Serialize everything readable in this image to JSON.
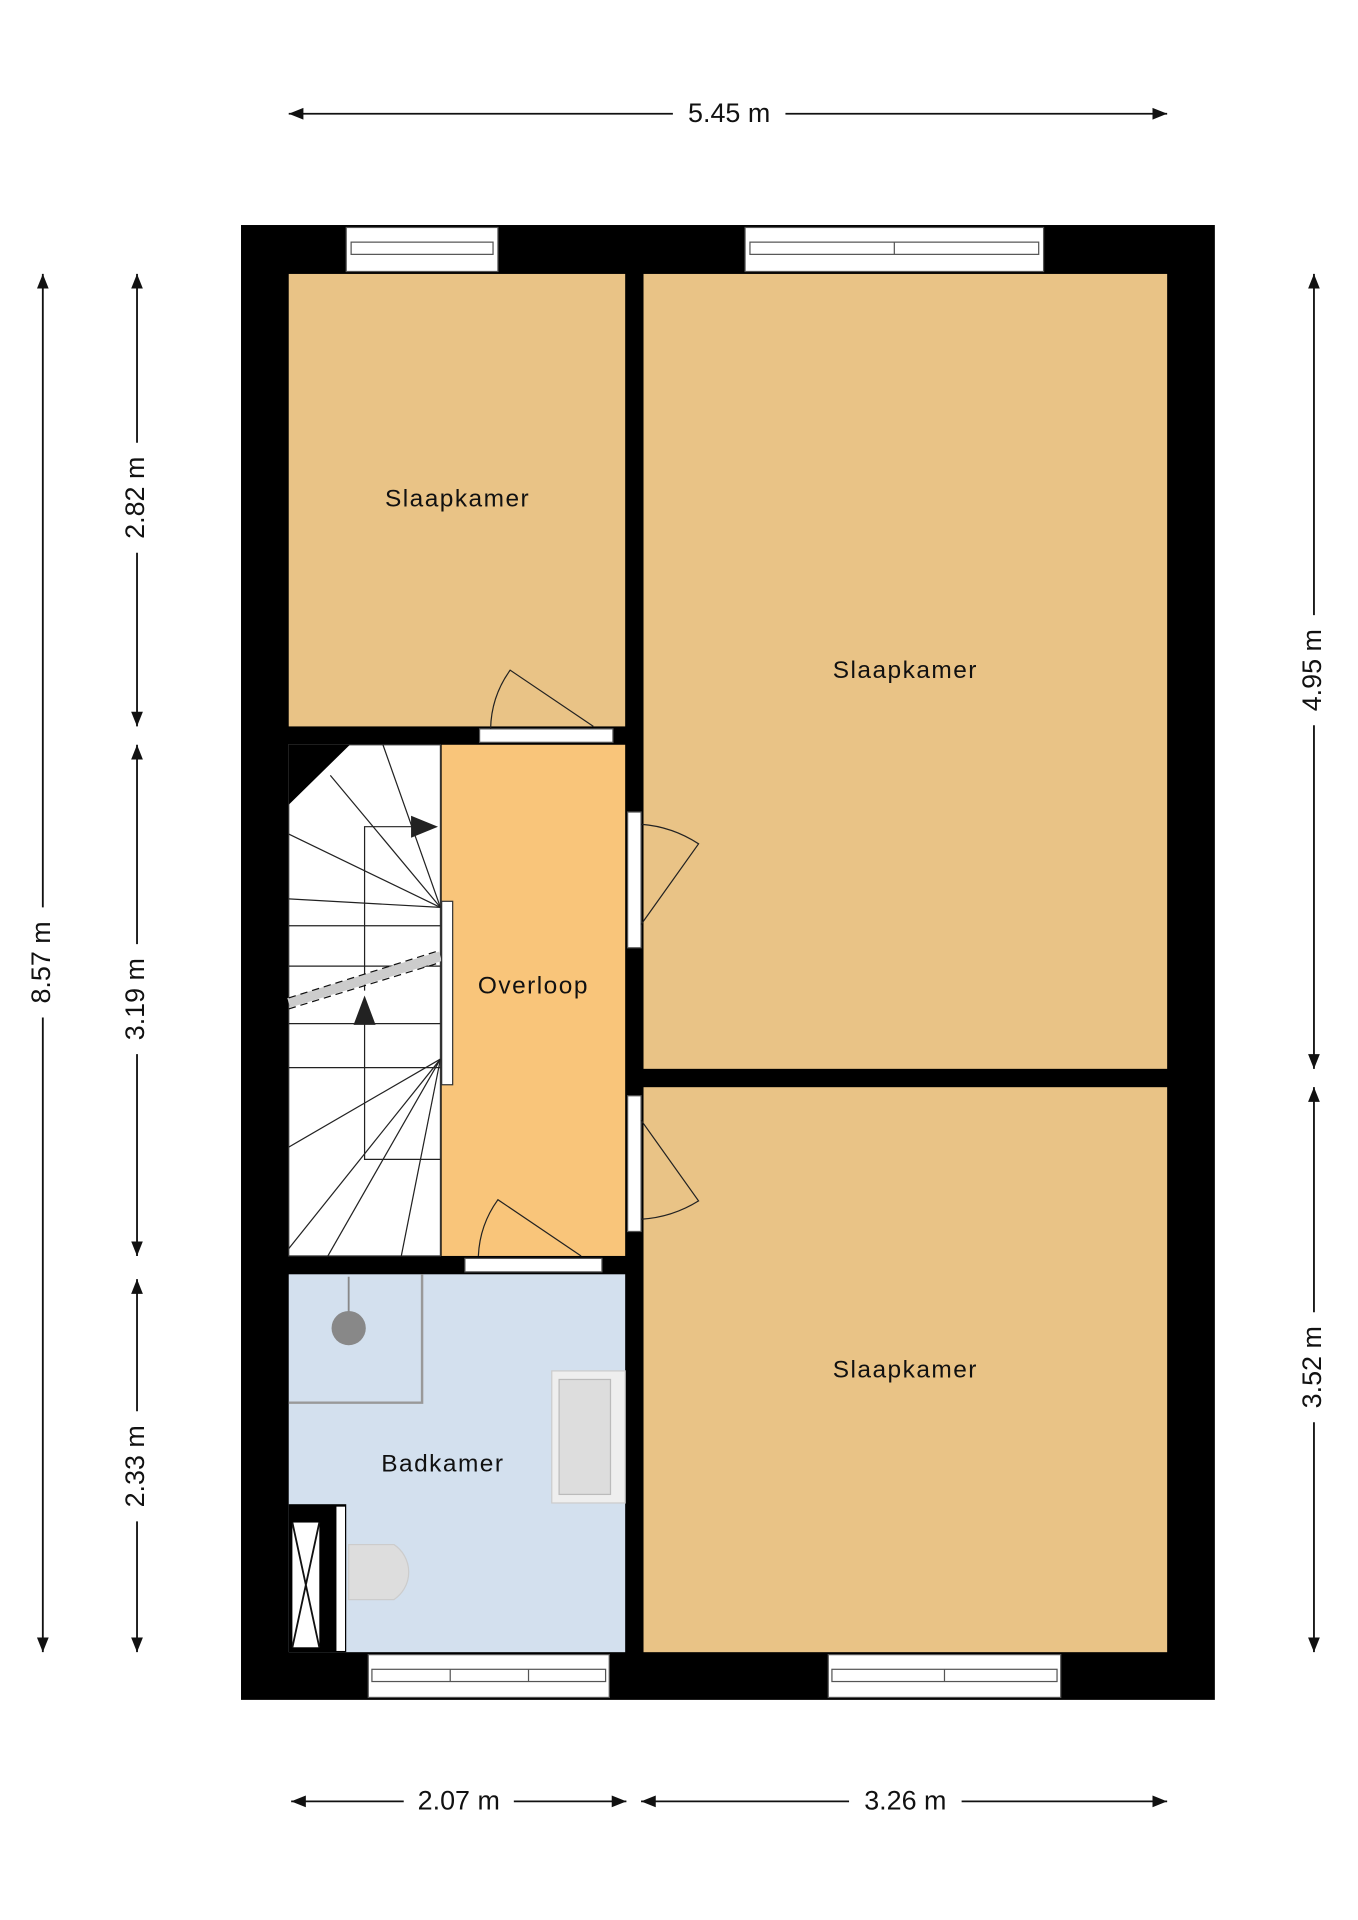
{
  "rooms": {
    "bedroom_top_left": "Slaapkamer",
    "bedroom_right_top": "Slaapkamer",
    "bedroom_right_bottom": "Slaapkamer",
    "landing": "Overloop",
    "bathroom": "Badkamer"
  },
  "dimensions": {
    "total_width": "5.45 m",
    "bottom_left_width": "2.07 m",
    "bottom_right_width": "3.26 m",
    "total_depth": "8.57 m",
    "left_top": "2.82 m",
    "left_middle": "3.19 m",
    "left_bottom": "2.33 m",
    "right_top": "4.95 m",
    "right_bottom": "3.52 m"
  },
  "colors": {
    "bedroom": "#E9C386",
    "landing": "#F9C57A",
    "bathroom": "#D3E0EE",
    "wall": "#000000"
  }
}
